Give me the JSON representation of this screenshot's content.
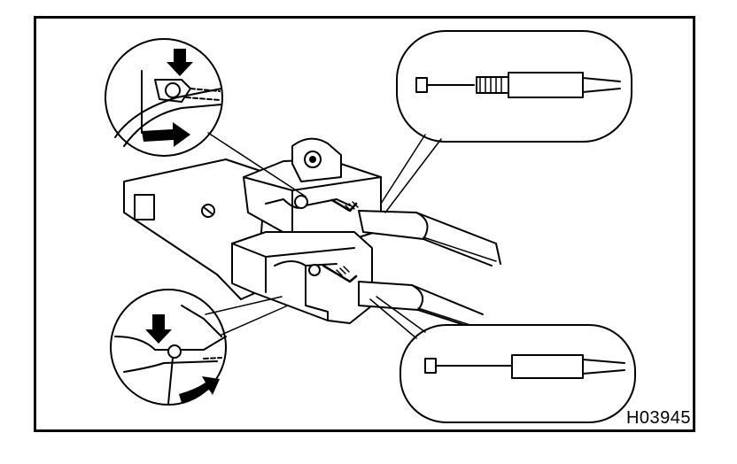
{
  "figure": {
    "code": "H03945",
    "ink_color": "#000000",
    "paper_color": "#ffffff"
  },
  "callouts": [
    {
      "id": "top-left",
      "icons": [
        "down-arrow-icon",
        "right-arrow-icon"
      ]
    },
    {
      "id": "bottom-left",
      "icons": [
        "down-arrow-icon",
        "right-arrow-icon"
      ]
    },
    {
      "id": "top-right",
      "icons": [
        "cable-end-icon"
      ]
    },
    {
      "id": "bottom-right",
      "icons": [
        "cable-end-icon"
      ]
    }
  ]
}
